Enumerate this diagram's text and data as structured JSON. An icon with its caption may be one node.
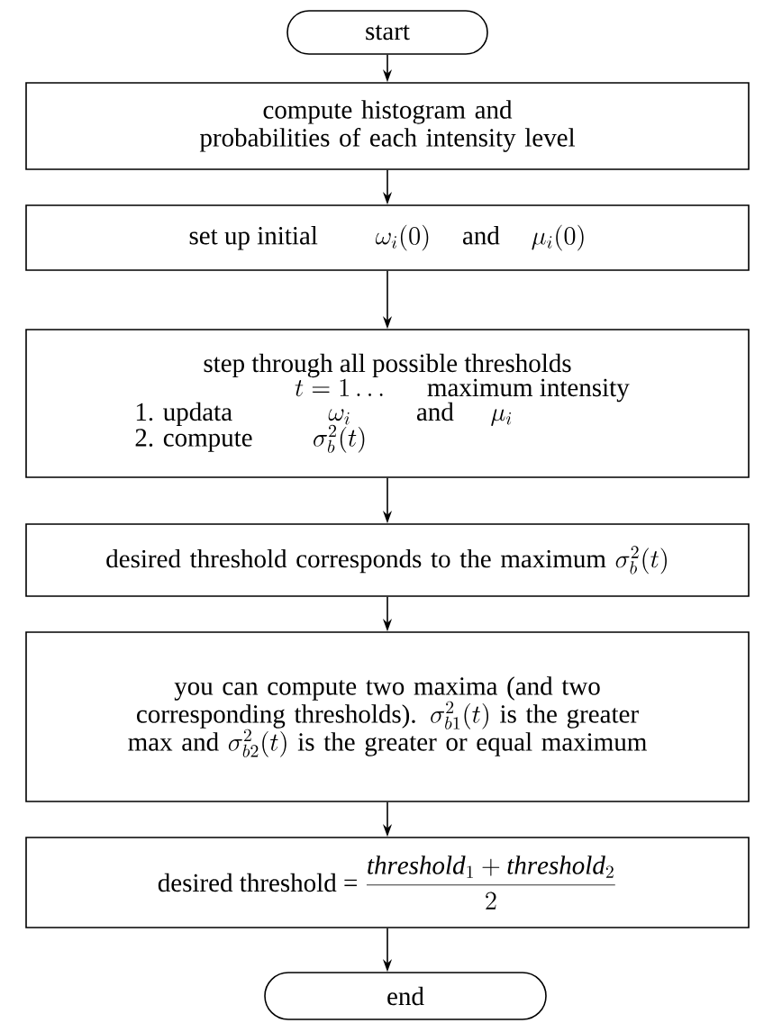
{
  "diagram": {
    "nodes": [
      {
        "text": [
          "start"
        ]
      },
      {
        "text": [
          "compute histogram and probabilities of each intensity level"
        ]
      },
      {
        "text": [
          "set up initial",
          "\\omega_i(0)",
          "and",
          "\\mu_i(0)"
        ]
      },
      {
        "text": [
          "step through all possible thresholds",
          "t = 1\\ldots",
          "maximum intensity",
          "1. updata",
          "\\omega_i",
          "and",
          "\\mu_i",
          "2. compute",
          "\\sigma_b^2(t)"
        ]
      },
      {
        "text": [
          "desired threshold corresponds to the maximum",
          "\\sigma_b^2(t)"
        ]
      },
      {
        "text": [
          "you can compute two maxima (and two corresponding thresholds).",
          "\\sigma_{b1}^2(t)",
          "is the greater max and",
          "\\sigma_{b2}^2(t)",
          "is the greater or equal maximum"
        ]
      },
      {
        "text": [
          "desired threshold =",
          "\\frac{\\mathit{threshold}_1+\\mathit{threshold}_2}{2}"
        ]
      },
      {
        "text": [
          "end"
        ]
      }
    ],
    "edges": [
      {
        "from": 0,
        "to": 1,
        "arrow": "to"
      },
      {
        "from": 1,
        "to": 2,
        "arrow": "to"
      },
      {
        "from": 2,
        "to": 3,
        "arrow": "to"
      },
      {
        "from": 3,
        "to": 4,
        "arrow": "to"
      },
      {
        "from": 4,
        "to": 5,
        "arrow": "to"
      },
      {
        "from": 5,
        "to": 6,
        "arrow": "to"
      },
      {
        "from": 6,
        "to": 7,
        "arrow": "to"
      }
    ]
  }
}
